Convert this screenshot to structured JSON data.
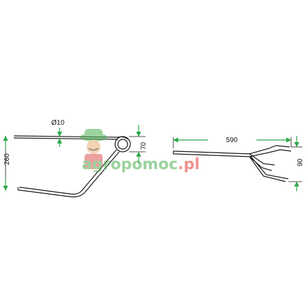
{
  "drawing_left": {
    "diameter_label": "Ø10",
    "height_label": "260",
    "loop_label": "70"
  },
  "drawing_right": {
    "length_label": "590",
    "fork_label": "90"
  },
  "watermark": {
    "text": "agropomoc.pl",
    "colors": {
      "green": "#4caf50",
      "red": "#e53935",
      "mascot_skin": "#e8b27a",
      "mascot_shirt": "#d9534f"
    }
  },
  "colors": {
    "line": "#1a1a1a",
    "arrow": "#2aa84a"
  }
}
